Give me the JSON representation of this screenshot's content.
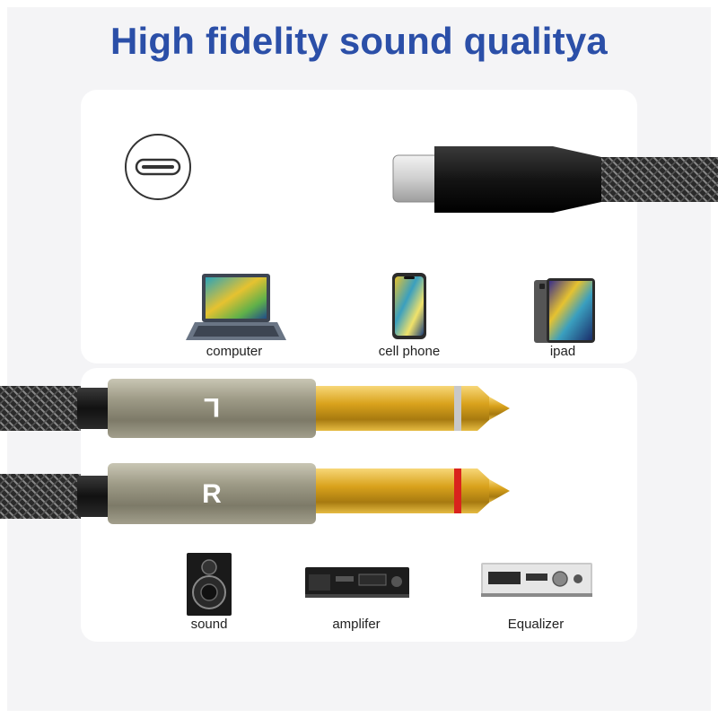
{
  "headline": "High fidelity sound qualitya",
  "source_devices": [
    {
      "label": "computer",
      "icon": "laptop-icon"
    },
    {
      "label": "cell phone",
      "icon": "smartphone-icon"
    },
    {
      "label": "ipad",
      "icon": "tablet-icon"
    }
  ],
  "channel_labels": {
    "left": "L",
    "right": "R"
  },
  "output_devices": [
    {
      "label": "sound",
      "icon": "speaker-icon"
    },
    {
      "label": "amplifer",
      "icon": "amplifier-icon"
    },
    {
      "label": "Equalizer",
      "icon": "equalizer-icon"
    }
  ],
  "colors": {
    "headline": "#2b4fa8",
    "gold": "#d9a21c",
    "housing": "#9d9a86",
    "left_ring": "#c8c8c8",
    "right_ring": "#d9231d"
  }
}
